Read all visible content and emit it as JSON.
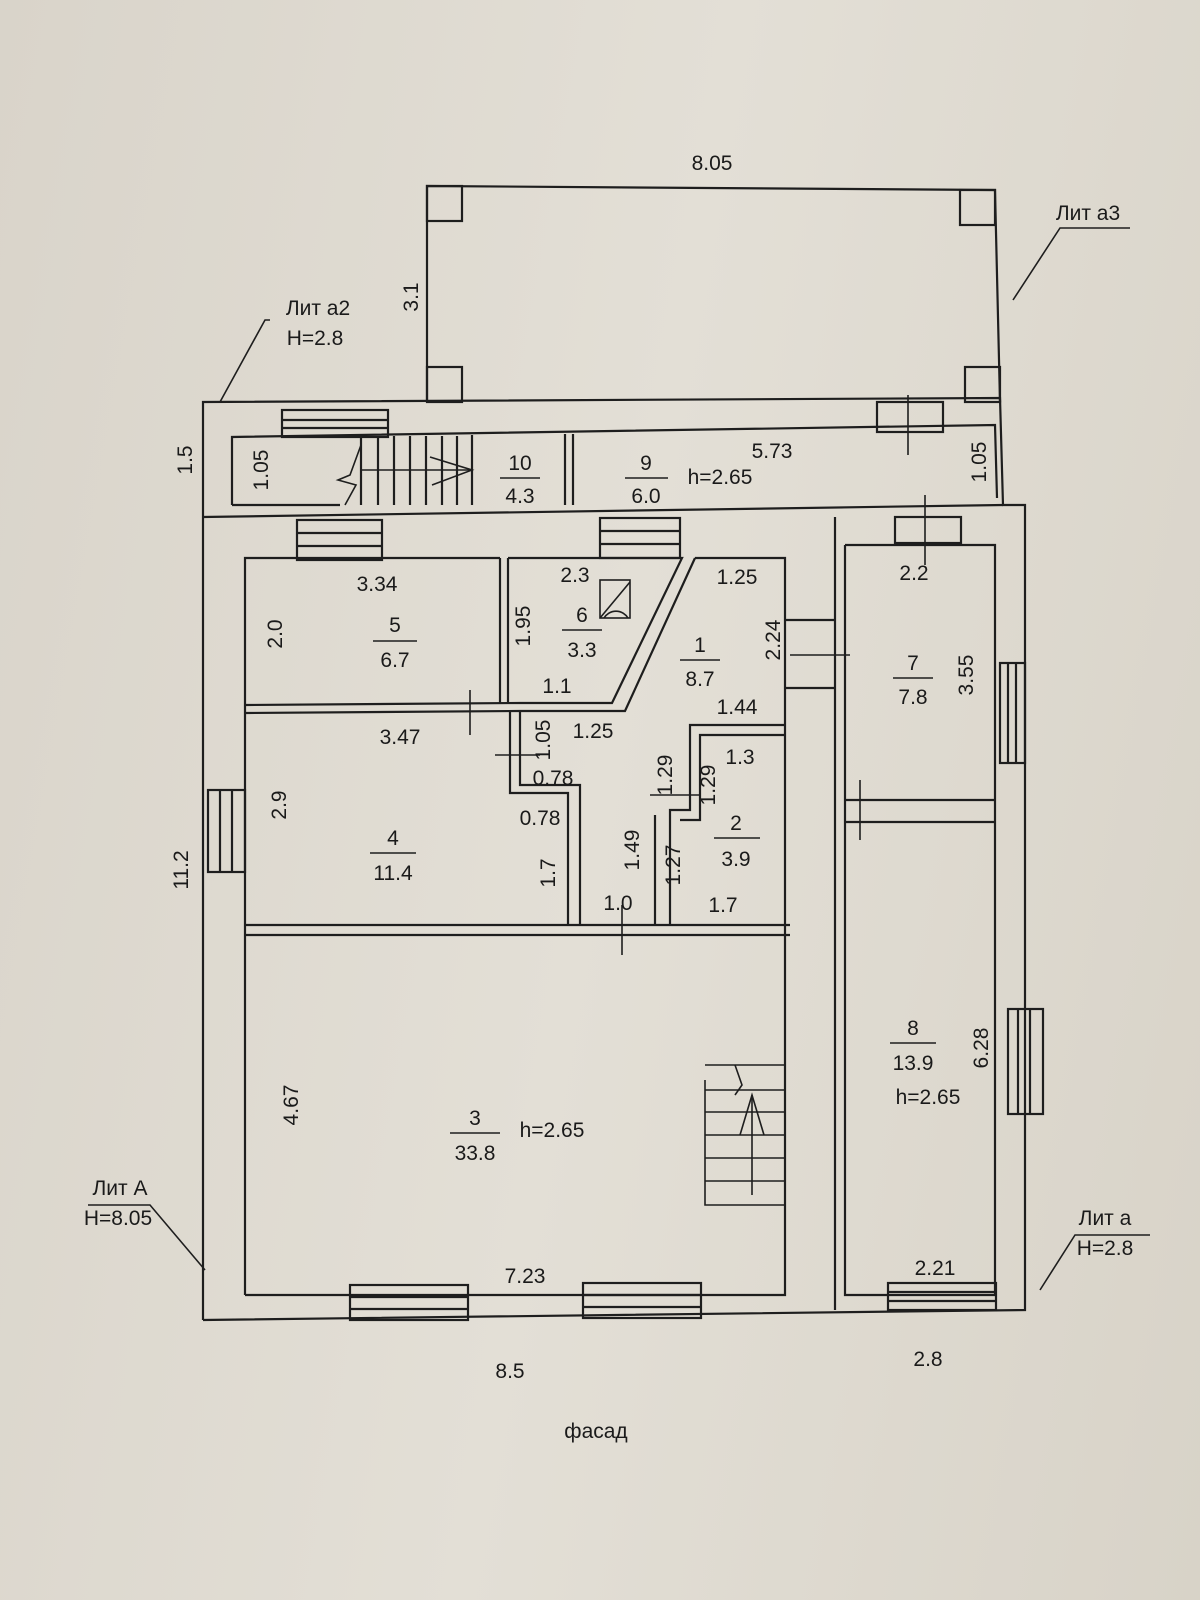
{
  "title": "фасад",
  "literas": {
    "a3": {
      "name": "Лит а3"
    },
    "a2": {
      "name": "Лит а2",
      "height": "H=2.8"
    },
    "A": {
      "name": "Лит А",
      "height": "H=8.05"
    },
    "a": {
      "name": "Лит а",
      "height": "H=2.8"
    }
  },
  "rooms": [
    {
      "number": "1",
      "area": "8.7"
    },
    {
      "number": "2",
      "area": "3.9"
    },
    {
      "number": "3",
      "area": "33.8",
      "height": "h=2.65"
    },
    {
      "number": "4",
      "area": "11.4"
    },
    {
      "number": "5",
      "area": "6.7"
    },
    {
      "number": "6",
      "area": "3.3"
    },
    {
      "number": "7",
      "area": "7.8"
    },
    {
      "number": "8",
      "area": "13.9",
      "height": "h=2.65"
    },
    {
      "number": "9",
      "area": "6.0",
      "height": "h=2.65"
    },
    {
      "number": "10",
      "area": "4.3"
    }
  ],
  "dimensions": {
    "top_a3_width": "8.05",
    "a3_depth": "3.1",
    "a2_depth": "1.5",
    "r10_depth": "1.05",
    "r9_length": "5.73",
    "r9_depth": "1.05",
    "r5_width": "3.34",
    "r5_depth": "2.0",
    "r6_width": "2.3",
    "r6_depth": "1.95",
    "r1_top": "1.25",
    "r1_side": "2.24",
    "r1_mid": "1.1",
    "r1_bottom": "1.44",
    "r7_width": "2.2",
    "r7_depth": "3.55",
    "r4_width": "3.47",
    "corr_a": "1.05",
    "corr_b": "1.25",
    "r2_a": "1.29",
    "r2_b": "1.3",
    "r2_c": "1.29",
    "corr_c": "0.78",
    "corr_d": "0.78",
    "r4_depth": "2.9",
    "corr_e": "1.49",
    "corr_f": "1.7",
    "r2_d": "1.27",
    "corr_g": "1.0",
    "r2_width": "1.7",
    "r8_depth": "6.28",
    "main_depth": "11.2",
    "r3_depth": "4.67",
    "r3_width": "7.23",
    "r8_width": "2.21",
    "main_width": "8.5",
    "a_width": "2.8"
  }
}
